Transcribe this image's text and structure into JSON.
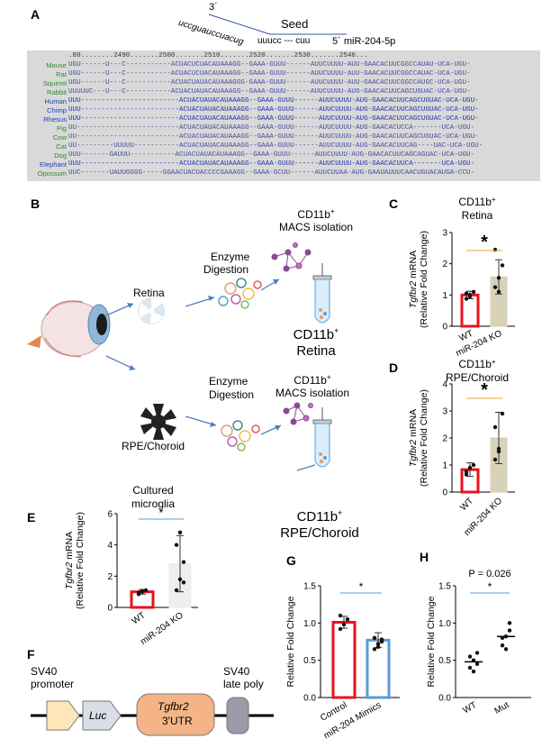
{
  "panel_labels": [
    "A",
    "B",
    "C",
    "D",
    "E",
    "F",
    "G",
    "H"
  ],
  "panelA": {
    "mir_3prime": "3´",
    "mir_seq_lower": "uccguauccuacug",
    "mir_seed_part": "uuucc --- cuu",
    "mir_5prime_name": "5´ miR-204-5p",
    "seed_label": "Seed",
    "ruler": ".80........2490.......2500.......2510.......2520.......2530.......2540...",
    "species": [
      {
        "name": "Mouse",
        "color": "#2e8b2e",
        "seq": "UGU------U---C-----------ACUACUCUACAUAAAGG--GAAA-GUUU------AUUCUUUU-AUU-GAACACUUCGGCCAUAU-UCA-UGU-"
      },
      {
        "name": "Rat",
        "color": "#2e8b2e",
        "seq": "UGU------U---C-----------ACUACUCUACAUAAAGG--GAAA-GUUU------AUUCUUUU-AUU-GAACACUUCGGCCAUAC-UCA-UGU-"
      },
      {
        "name": "Squirrel",
        "color": "#2e8b2e",
        "seq": "UGU------U---C-----------ACUACUAUACAUAAAGGG-GAAA-GUUU------AUUCUUUU-AUU-GAACACUUCGGCCAUGC-UCA-UGU-"
      },
      {
        "name": "Rabbit",
        "color": "#2e8b2e",
        "seq": "UUUUUC---U---C-----------ACUACUAUACAUAAAGG--GAAA-GUUU------AUUCUUUU-AUG-GAACACUUCAGCUGUAC-UCA-UGU-"
      },
      {
        "name": "Human",
        "color": "#1f3fbf",
        "seq": "UUU------------------------ACUACUAUACAUAAAGG--GAAA-GUUU------AUUCUUUU-AUG-GAACACUUCAGCUGUAC-UCA-UGU-"
      },
      {
        "name": "Chimp",
        "color": "#1f3fbf",
        "seq": "UUU------------------------ACUACUAUACAUAAAGG--GAAA-GUUU------AUUCUUUU-AUG-GAACACUUCAGCUGUAC-UCA-UGU-"
      },
      {
        "name": "Rhesus",
        "color": "#1f3fbf",
        "seq": "UUU------------------------ACUACUAUACAUAAAGG--GAAA-GUUU------AUUCUUUU-AUG-GAACACUUCAGCUGUAC-UCA-UGU-"
      },
      {
        "name": "Pig",
        "color": "#2e8b2e",
        "seq": "UU-------------------------ACUACUAUACAUAAAGG--GAAA-GUUU------AUUCUUUU-AUG-GAACACUCCA-------UCA-UGU-"
      },
      {
        "name": "Cow",
        "color": "#2e8b2e",
        "seq": "UU-------------------------ACUACUAUACAUAAAGG--GAAA-GUUU------AUUCUUUU-AUG-GAACACUUCAGCUGUAC-UCA-UGU-"
      },
      {
        "name": "Cat",
        "color": "#2e8b2e",
        "seq": "UU---------UUUUU-----------ACUACUAUACAUAAAGG--GAAA-GUUU------AUUCUUUU-AUG-GAACACUUCAG----UAC-UCA-UGU-"
      },
      {
        "name": "Dog",
        "color": "#2e8b2e",
        "seq": "UUU-------GAUUU-----------ACUACUAUACAUAAAGG--GAAA-GUUU------AUUCUUUU-AUG-GAACACUUCAGCAGUAC-UCA-UGU-"
      },
      {
        "name": "Elephant",
        "color": "#1f3fbf",
        "seq": "UUU------------------------ACUACUAUACAUAAAGG--GAAA-GUUU------AUUCUUUU-AUG-GAACACUUCA-------UCA-UGU-"
      },
      {
        "name": "Opossum",
        "color": "#2e8b2e",
        "seq": "UUC-------UAUUGGGG-----GGAACUACUACCCCGAAAGG--GAAA-GCUU------AUUCUUAA-AUG-GAAUAUUUCAACUGUACAUGA-CCU-"
      }
    ]
  },
  "panelB": {
    "retina": "Retina",
    "rpe": "RPE/Choroid",
    "enzyme1": "Enzyme",
    "digestion1": "Digestion",
    "enzyme2": "Enzyme",
    "digestion2": "Digestion",
    "macs1_a": "CD11b",
    "macs1_b": "MACS isolation",
    "macs2_a": "CD11b",
    "macs2_b": "MACS isolation",
    "out1_a": "CD11b",
    "out1_b": "Retina",
    "out2_a": "CD11b",
    "out2_b": "RPE/Choroid",
    "sup": "+"
  },
  "panelF": {
    "sv40_promoter_a": "SV40",
    "sv40_promoter_b": "promoter",
    "sv40_late_a": "SV40",
    "sv40_late_b": "late poly",
    "luc": "Luc",
    "tgfbr2": "Tgfbr2",
    "utr": "3'UTR"
  },
  "chart_data": [
    {
      "id": "C",
      "type": "bar",
      "title": "CD11b+ Retina",
      "ylabel": "Tgfbr2 mRNA (Relative Fold Change)",
      "categories": [
        "WT",
        "miR-204 KO"
      ],
      "values": [
        1.0,
        1.58
      ],
      "errors": [
        0.12,
        0.55
      ],
      "points": [
        [
          0.88,
          1.0,
          1.1,
          1.05,
          0.95
        ],
        [
          1.25,
          1.55,
          1.95,
          2.45,
          1.1
        ]
      ],
      "ylim": [
        0,
        3
      ],
      "yticks": [
        0,
        1,
        2,
        3
      ],
      "significance": "*",
      "colors": [
        "#e8121d",
        "#d8d2b8"
      ]
    },
    {
      "id": "D",
      "type": "bar",
      "title": "CD11b+ RPE/Choroid",
      "ylabel": "Tgfbr2 mRNA (Relative Fold Change)",
      "categories": [
        "WT",
        "miR-204 KO"
      ],
      "values": [
        0.83,
        2.0
      ],
      "errors": [
        0.25,
        0.95
      ],
      "points": [
        [
          0.65,
          0.9,
          1.0,
          0.75
        ],
        [
          1.2,
          1.6,
          2.9,
          2.4,
          1.5
        ]
      ],
      "ylim": [
        0,
        4
      ],
      "yticks": [
        0,
        1,
        2,
        3,
        4
      ],
      "significance": "*",
      "colors": [
        "#e8121d",
        "#d8d2b8"
      ]
    },
    {
      "id": "E",
      "type": "bar",
      "title": "Cultured microglia",
      "ylabel": "Tgfbr2 mRNA (Relative Fold Change)",
      "categories": [
        "WT",
        "miR-204 KO"
      ],
      "values": [
        1.0,
        2.8
      ],
      "errors": [
        0.15,
        1.8
      ],
      "points": [
        [
          0.85,
          1.0,
          1.1,
          0.95,
          1.05
        ],
        [
          1.1,
          1.8,
          2.9,
          4.0,
          4.8,
          1.6
        ]
      ],
      "ylim": [
        0,
        6
      ],
      "yticks": [
        0,
        2,
        4,
        6
      ],
      "significance": "*",
      "colors": [
        "#e8121d",
        "#eeeeee"
      ]
    },
    {
      "id": "G",
      "type": "bar",
      "ylabel": "Relative Fold Change",
      "categories": [
        "Control",
        "miR-204 Mimics"
      ],
      "values": [
        1.01,
        0.77
      ],
      "errors": [
        0.08,
        0.1
      ],
      "points": [
        [
          0.92,
          0.98,
          1.05,
          1.1
        ],
        [
          0.65,
          0.72,
          0.78,
          0.8,
          0.68,
          0.75
        ]
      ],
      "ylim": [
        0,
        1.5
      ],
      "yticks": [
        0.0,
        0.5,
        1.0,
        1.5
      ],
      "significance": "*",
      "colors": [
        "#e8121d",
        "#5b9bd5"
      ]
    },
    {
      "id": "H",
      "type": "scatter",
      "ylabel": "Relative Fold Change",
      "title": "P = 0.026",
      "categories": [
        "WT",
        "Mut"
      ],
      "points": [
        [
          0.4,
          0.5,
          0.6,
          0.55,
          0.35,
          0.45
        ],
        [
          0.7,
          0.82,
          0.9,
          0.8,
          0.65,
          1.0
        ]
      ],
      "medians": [
        0.48,
        0.82
      ],
      "ylim": [
        0,
        1.5
      ],
      "yticks": [
        0.0,
        0.5,
        1.0,
        1.5
      ],
      "significance": "*"
    }
  ]
}
